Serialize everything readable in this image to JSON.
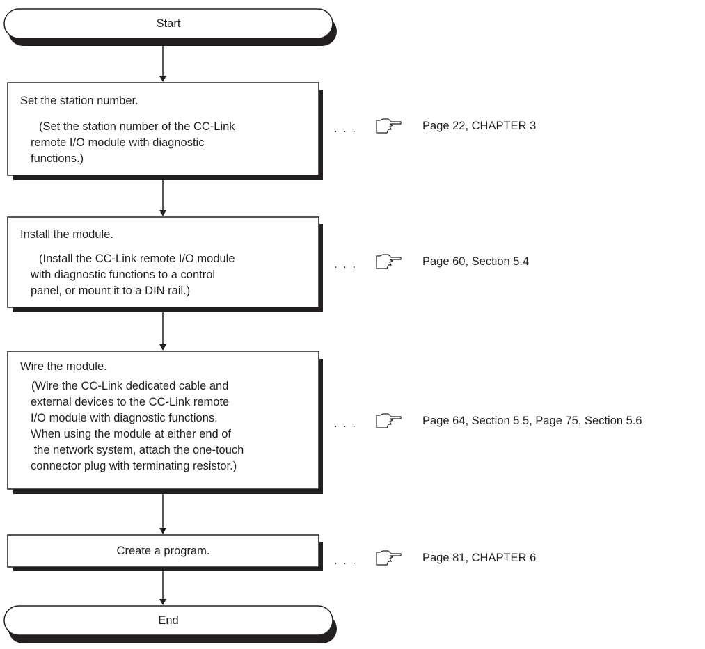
{
  "flowchart": {
    "start_label": "Start",
    "end_label": "End",
    "steps": [
      {
        "title": "Set the station number.",
        "detail": [
          "(Set the station number of the CC-Link",
          "remote I/O module with diagnostic",
          "functions.)"
        ],
        "ref_dots": ". . .",
        "ref_icon": "pointing-hand-icon",
        "reference": "Page 22, CHAPTER 3"
      },
      {
        "title": "Install the module.",
        "detail": [
          "(Install the CC-Link remote I/O module",
          "with diagnostic functions to a control",
          "panel, or mount it to a DIN rail.)"
        ],
        "ref_dots": ". . .",
        "ref_icon": "pointing-hand-icon",
        "reference": "Page 60, Section 5.4"
      },
      {
        "title": "Wire the module.",
        "detail": [
          "(Wire the CC-Link dedicated cable and",
          "external devices to the CC-Link remote",
          "I/O module with diagnostic functions.",
          "When using the module at either end of",
          " the network system, attach the one-touch",
          "connector plug with terminating resistor.)"
        ],
        "ref_dots": ". . .",
        "ref_icon": "pointing-hand-icon",
        "reference": "Page 64, Section 5.5, Page 75, Section 5.6"
      },
      {
        "title": "Create a program.",
        "detail": [],
        "ref_dots": ". . .",
        "ref_icon": "pointing-hand-icon",
        "reference": "Page 81, CHAPTER 6"
      }
    ],
    "colors": {
      "line": "#231f20",
      "shadow": "#231f20",
      "fill": "#ffffff"
    }
  }
}
